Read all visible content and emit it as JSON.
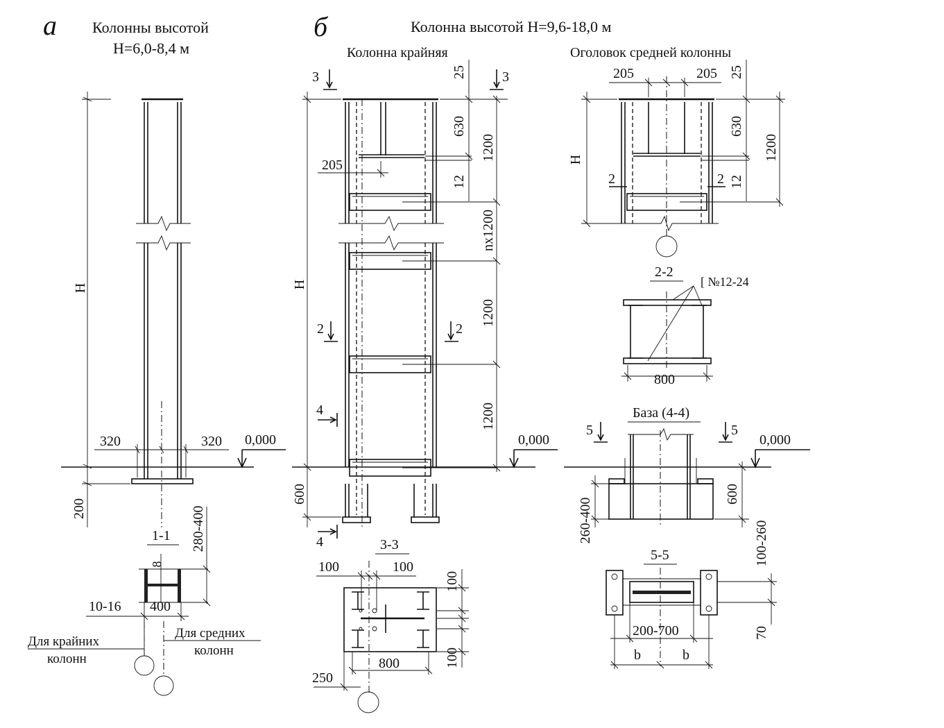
{
  "panel_a": {
    "letter": "а",
    "title_line1": "Колонны высотой",
    "title_line2": "H=6,0-8,4 м",
    "dim_H": "H",
    "dim_320_left": "320",
    "dim_320_right": "320",
    "level": "0,000",
    "dim_200": "200",
    "section_label": "1-1",
    "dim_8": "8",
    "dim_280_400": "280-400",
    "dim_10_16": "10-16",
    "dim_400": "400",
    "note_outer_1": "Для крайних",
    "note_outer_2": "колонн",
    "note_middle_1": "Для средних",
    "note_middle_2": "колонн"
  },
  "panel_b": {
    "letter": "б",
    "title": "Колонна высотой H=9,6-18,0 м",
    "outer_column_title": "Колонна крайняя",
    "head_title": "Оголовок средней колонны",
    "cut3": "3",
    "dim_25": "25",
    "dim_630": "630",
    "dim_1200_top": "1200",
    "dim_205": "205",
    "dim_12": "12",
    "dim_nx1200": "nx1200",
    "dim_H": "H",
    "dim_1200_mid": "1200",
    "dim_1200_low": "1200",
    "cut2": "2",
    "cut4": "4",
    "level": "0,000",
    "dim_600": "600",
    "section_3_3": "3-3",
    "dim_100_a": "100",
    "dim_100_b": "100",
    "dim_100_c": "100",
    "dim_100_d": "100",
    "dim_250": "250",
    "dim_800": "800"
  },
  "head": {
    "dim_205_l": "205",
    "dim_205_r": "205",
    "dim_25": "25",
    "dim_630": "630",
    "dim_1200": "1200",
    "dim_H": "H",
    "dim_12": "12",
    "cut2": "2",
    "section_2_2": "2-2",
    "channel": "[ №12-24",
    "dim_800": "800"
  },
  "base": {
    "title": "База (4-4)",
    "cut5": "5",
    "level": "0,000",
    "dim_600": "600",
    "dim_260_400": "260-400",
    "dim_100_260": "100-260",
    "section_5_5": "5-5",
    "dim_200_700": "200-700",
    "dim_70": "70",
    "dim_b1": "b",
    "dim_b2": "b"
  }
}
